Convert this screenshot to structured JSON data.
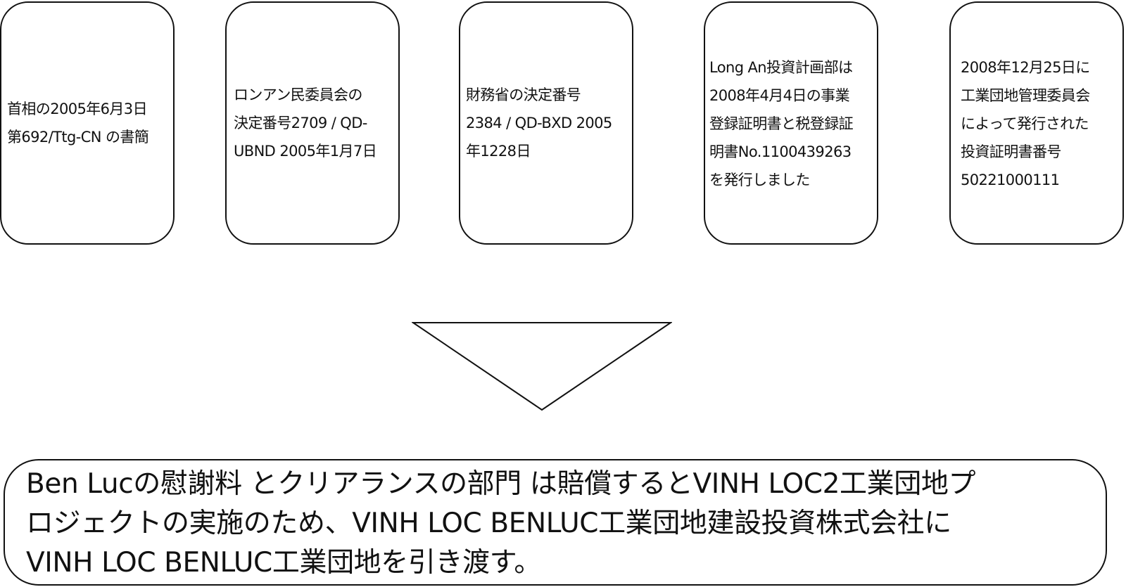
{
  "documents": [
    {
      "text": "首相の2005年6月3日\n第692/Ttg-CN の書簡"
    },
    {
      "text": "ロンアン民委員会の\n決定番号2709 / QD-\nUBND 2005年1月7日"
    },
    {
      "text": "財務省の決定番号\n2384 / QD-BXD 2005\n年1228日"
    },
    {
      "text": "Long An投資計画部は\n2008年4月4日の事業\n登録証明書と税登録証\n明書No.1100439263\nを発行しました"
    },
    {
      "text": "2008年12月25日に\n工業団地管理委員会\nによって発行された\n投資証明書番号\n50221000111"
    }
  ],
  "summary": {
    "text": "Ben Lucの慰謝料 とクリアランスの部門 は賠償するとVINH LOC2工業団地プ\nロジェクトの実施のため、VINH LOC BENLUC工業団地建設投資株式会社に\nVINH LOC BENLUC工業団地を引き渡す。"
  }
}
